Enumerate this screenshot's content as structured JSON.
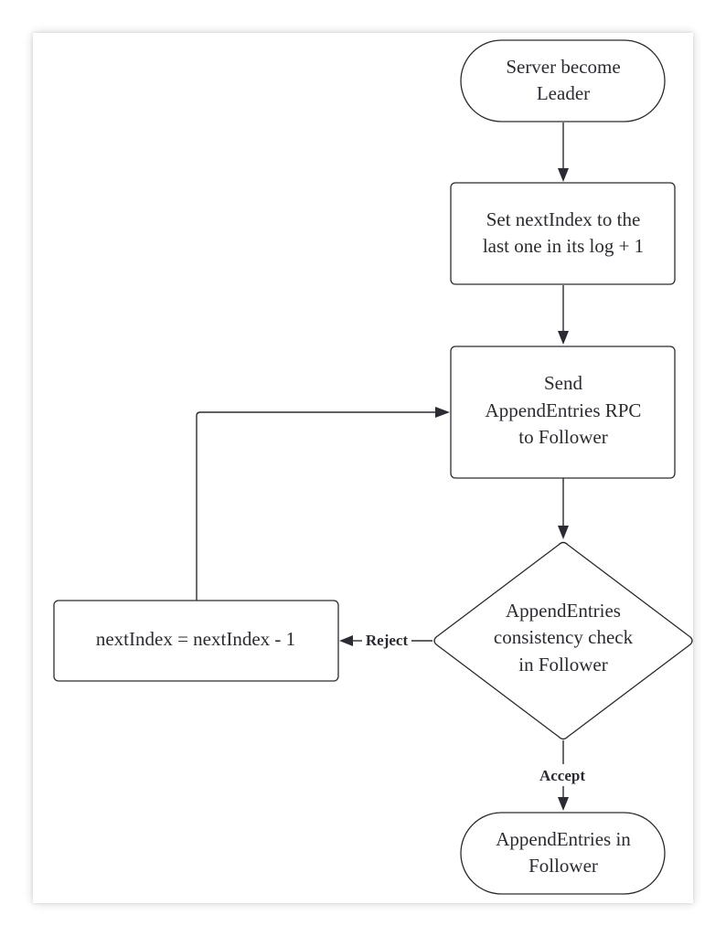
{
  "diagram": {
    "nodes": {
      "start": {
        "lines": [
          "Server become",
          "Leader"
        ]
      },
      "set_next_index": {
        "lines": [
          "Set nextIndex to the",
          "last one in its log + 1"
        ]
      },
      "send_rpc": {
        "lines": [
          "Send",
          "AppendEntries RPC",
          "to Follower"
        ]
      },
      "consistency_check": {
        "lines": [
          "AppendEntries",
          "consistency check",
          "in Follower"
        ]
      },
      "decrement": {
        "lines": [
          "nextIndex = nextIndex - 1"
        ]
      },
      "append_entries": {
        "lines": [
          "AppendEntries in",
          "Follower"
        ]
      }
    },
    "edges": {
      "reject_label": "Reject",
      "accept_label": "Accept"
    }
  }
}
